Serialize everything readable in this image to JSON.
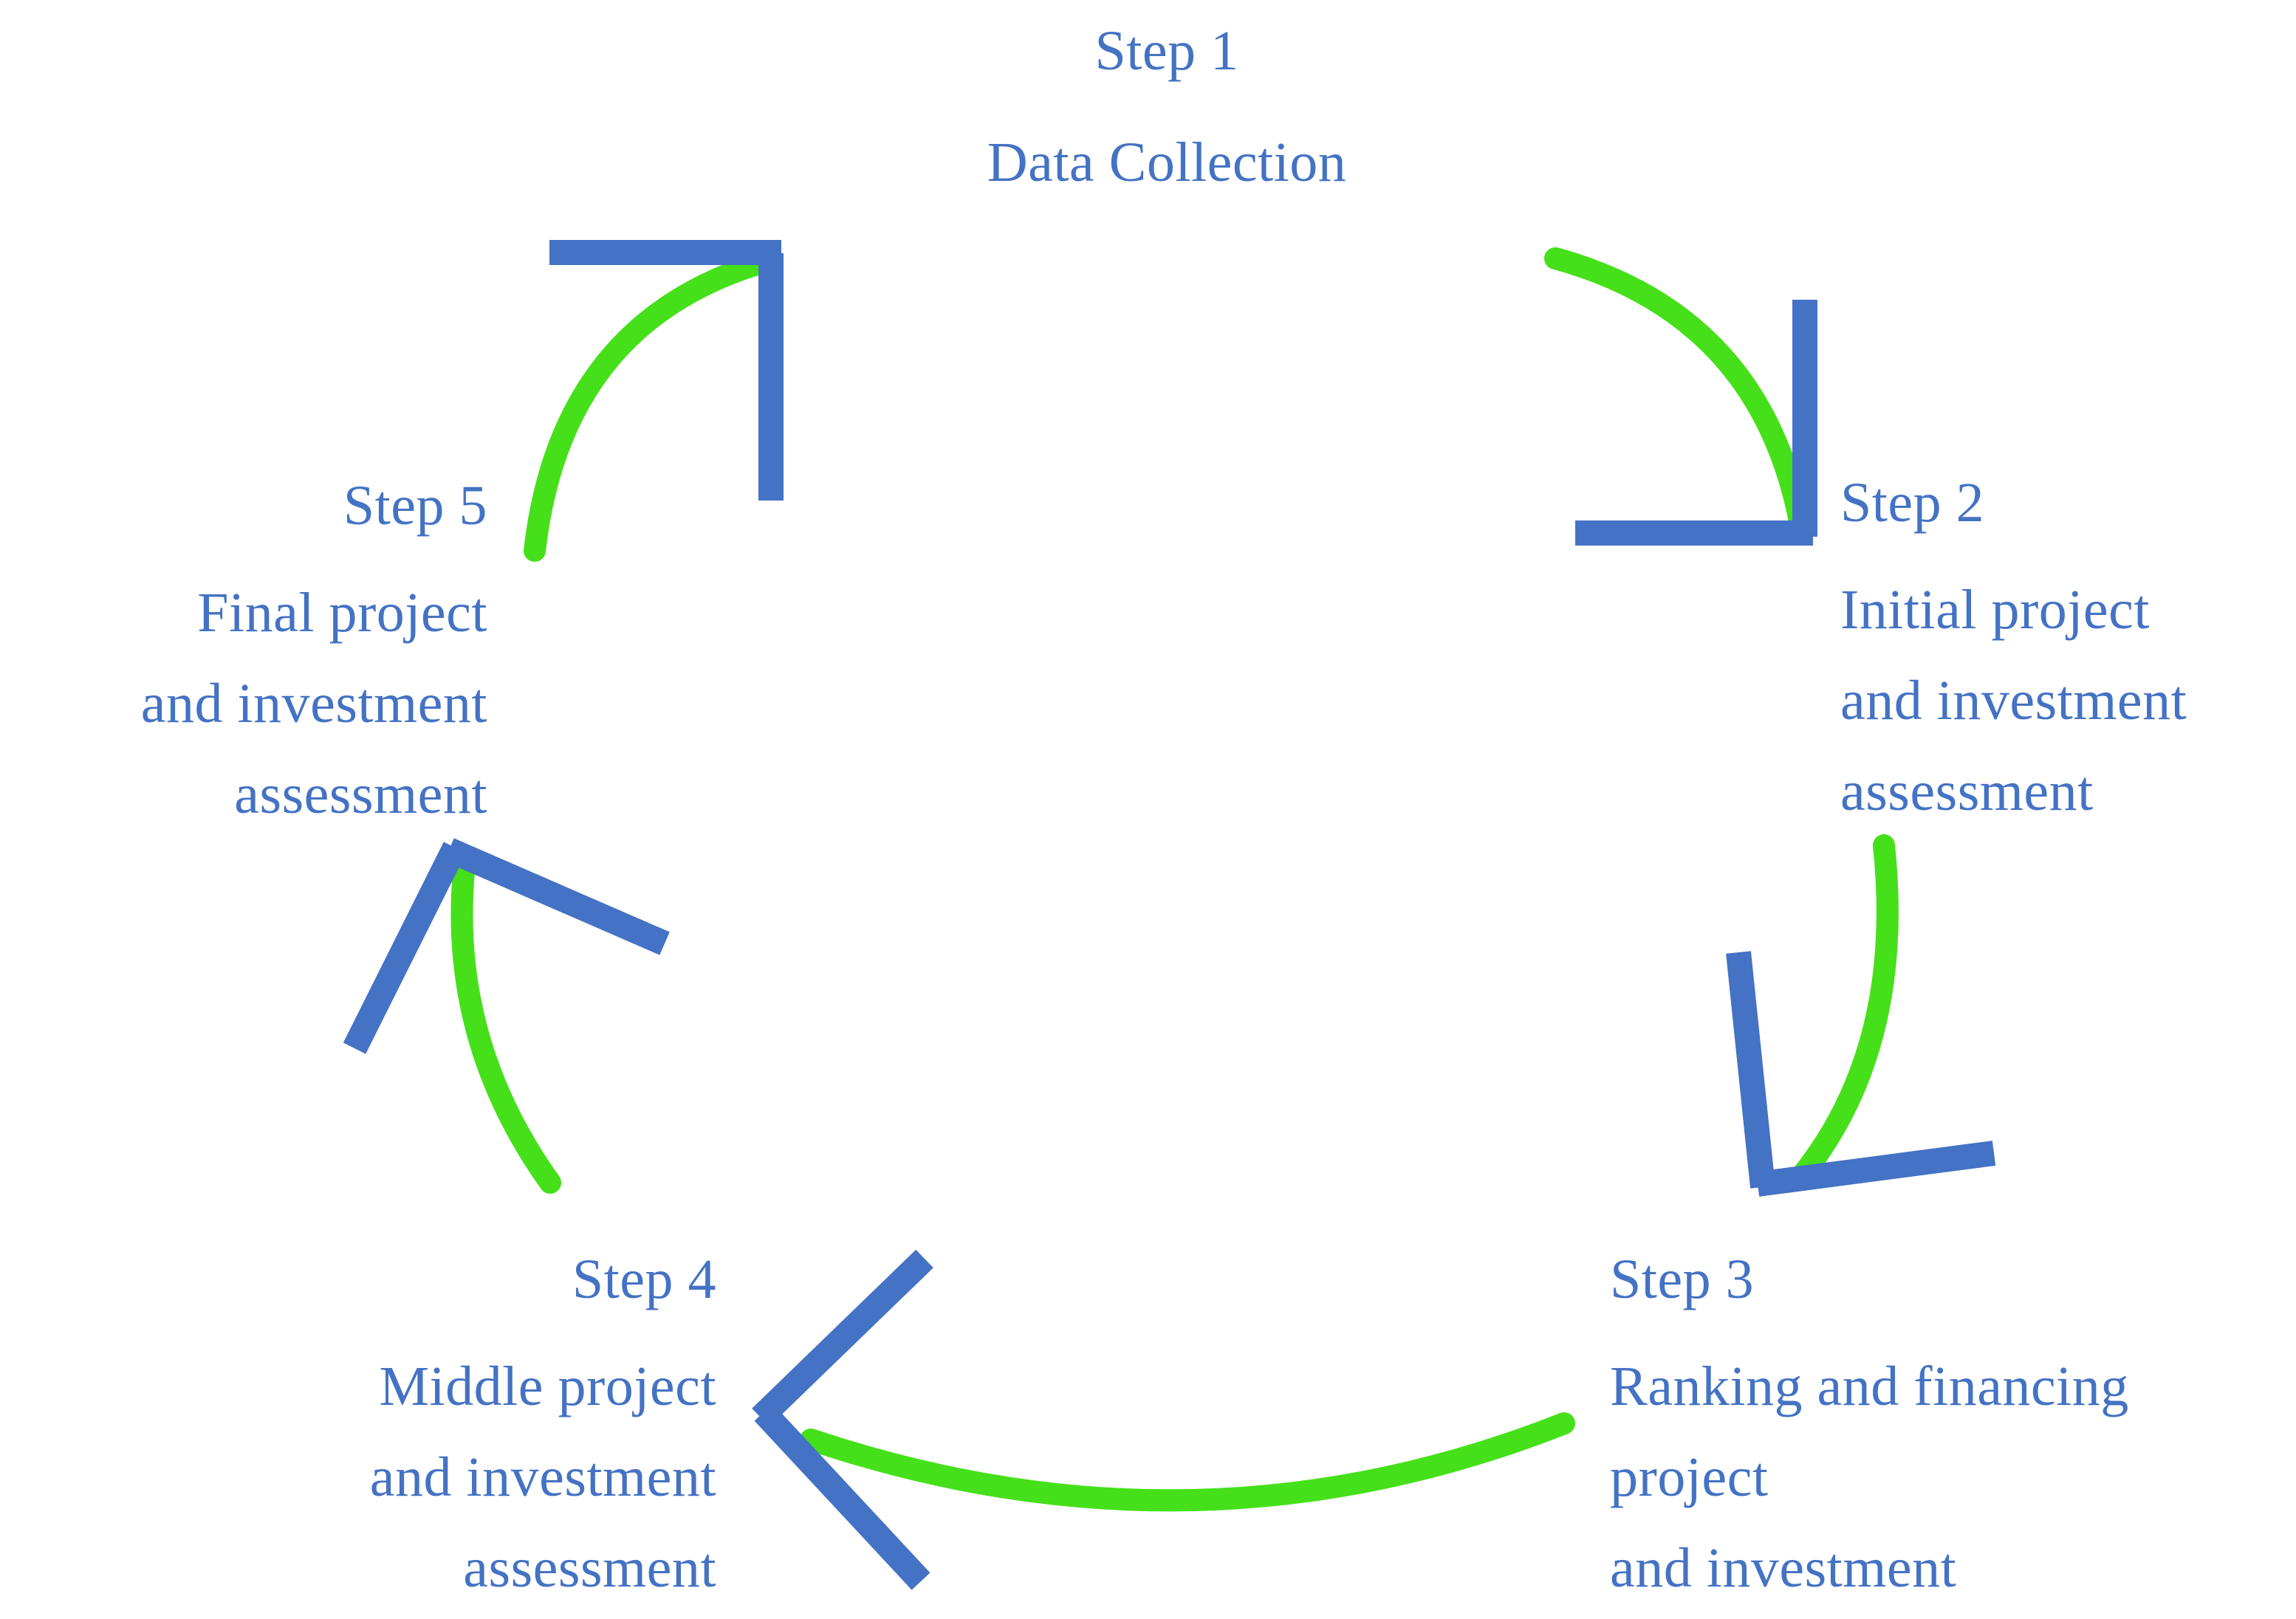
{
  "diagram": {
    "title": "Five-step project and investment assessment cycle",
    "shape": "circular-cycle",
    "colors": {
      "text_blue": "#4472c4",
      "arrowhead_blue": "#4472c4",
      "arc_green": "#45e019",
      "background": "#ffffff"
    },
    "steps": [
      {
        "id": "step-1",
        "title": "Step 1",
        "lines": [
          "Data Collection"
        ],
        "position": "top-center"
      },
      {
        "id": "step-2",
        "title": "Step 2",
        "lines": [
          "Initial project",
          "and investment",
          "assessment"
        ],
        "position": "right-upper"
      },
      {
        "id": "step-3",
        "title": "Step 3",
        "lines": [
          "Ranking and financing",
          "project",
          "and investment"
        ],
        "position": "right-lower"
      },
      {
        "id": "step-4",
        "title": "Step 4",
        "lines": [
          "Middle project",
          "and investment",
          "assessment"
        ],
        "position": "left-lower"
      },
      {
        "id": "step-5",
        "title": "Step 5",
        "lines": [
          "Final project",
          "and investment",
          "assessment"
        ],
        "position": "left-upper"
      }
    ],
    "connectors": [
      {
        "id": "arrow-1-to-2",
        "from": "Step 1",
        "to": "Step 2",
        "style": "green-arc-with-blue-chevron"
      },
      {
        "id": "arrow-2-to-3",
        "from": "Step 2",
        "to": "Step 3",
        "style": "green-arc-with-blue-chevron"
      },
      {
        "id": "arrow-3-to-4",
        "from": "Step 3",
        "to": "Step 4",
        "style": "green-arc-with-blue-chevron"
      },
      {
        "id": "arrow-4-to-5",
        "from": "Step 4",
        "to": "Step 5",
        "style": "green-arc-with-blue-chevron"
      },
      {
        "id": "arrow-5-to-1",
        "from": "Step 5",
        "to": "Step 1",
        "style": "green-arc-with-blue-chevron"
      }
    ]
  }
}
